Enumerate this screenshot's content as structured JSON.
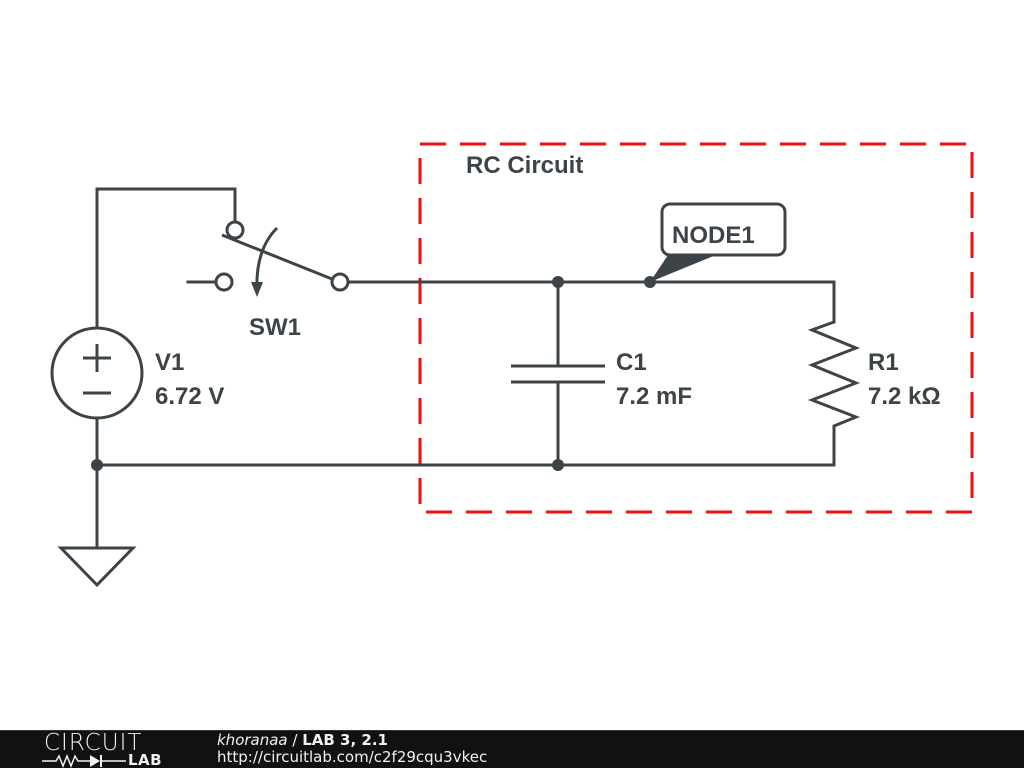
{
  "schematic": {
    "group_label": "RC Circuit",
    "group_box_color": "#ee0f0f",
    "wire_color": "#3d4448",
    "components": {
      "V1": {
        "type": "voltage-source",
        "name": "V1",
        "value": "6.72 V"
      },
      "SW1": {
        "type": "spdt-switch",
        "name": "SW1"
      },
      "C1": {
        "type": "capacitor",
        "name": "C1",
        "value": "7.2 mF"
      },
      "R1": {
        "type": "resistor",
        "name": "R1",
        "value": "7.2 kΩ"
      },
      "GND": {
        "type": "ground"
      }
    },
    "node_label": "NODE1"
  },
  "footer": {
    "logo_top": "CIRCUIT",
    "logo_bottom": "LAB",
    "user": "khoranaa",
    "separator": " / ",
    "title": "LAB 3, 2.1",
    "url": "http://circuitlab.com/c2f29cqu3vkec"
  }
}
